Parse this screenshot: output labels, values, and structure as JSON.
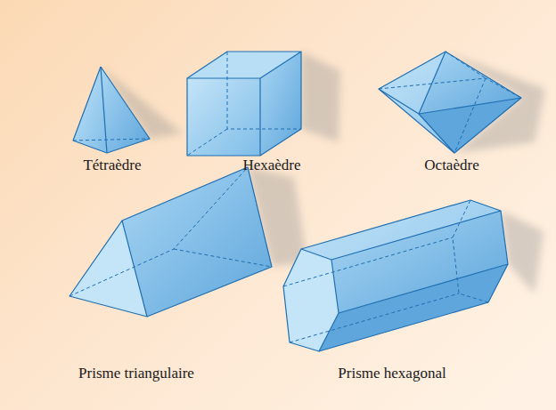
{
  "diagram": {
    "labels": [
      "Tétraèdre",
      "Hexaèdre",
      "Octaèdre",
      "Prisme triangulaire",
      "Prisme hexagonal"
    ]
  }
}
